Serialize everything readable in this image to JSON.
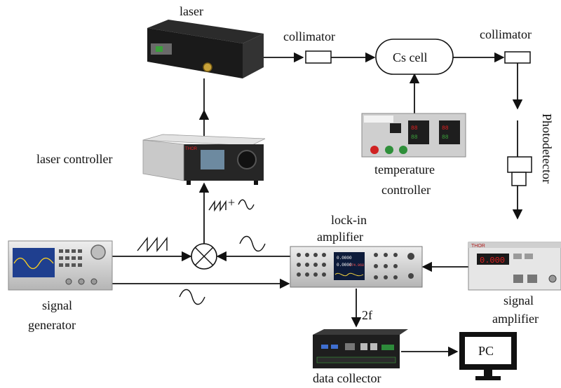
{
  "labels": {
    "laser": "laser",
    "collimator_left": "collimator",
    "cs_cell": "Cs cell",
    "collimator_right": "collimator",
    "photodetector": "Photodetector",
    "laser_controller": "laser controller",
    "temperature_controller_line1": "temperature",
    "temperature_controller_line2": "controller",
    "mod_signal_plus": "+",
    "lockin_line1": "lock-in",
    "lockin_line2": "amplifier",
    "signal_generator_line1": "signal",
    "signal_generator_line2": "generator",
    "signal_amplifier_line1": "signal",
    "signal_amplifier_line2": "amplifier",
    "second_harmonic": "2f",
    "data_collector": "data collector",
    "pc": "PC"
  },
  "instrument_text": {
    "laser_controller_brand": "THOR",
    "signal_amplifier_brand": "THOR",
    "signal_amplifier_display": "0.000",
    "lockin_display_line1": "0.0000",
    "lockin_display_line2": "0.0000",
    "lockin_display_value": "174.968"
  },
  "colors": {
    "line": "#111111",
    "device_dark": "#1e1e1e",
    "device_light": "#d9d9d9",
    "screen_blue": "#1f3f8f",
    "led_red": "#e02020",
    "led_green": "#3aa03a"
  }
}
